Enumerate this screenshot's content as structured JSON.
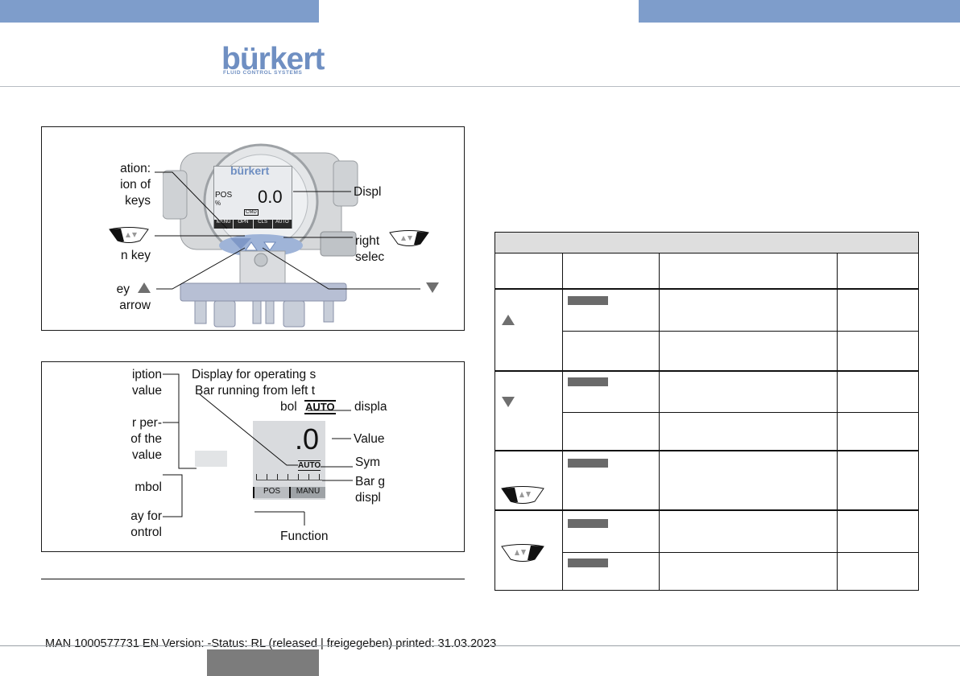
{
  "header": {
    "logo_text": "bürkert",
    "logo_tagline": "FLUID CONTROL SYSTEMS"
  },
  "figure_top": {
    "label_left_1": "ation:",
    "label_left_2": "ion of",
    "label_left_3": "keys",
    "label_left_key": "n key",
    "label_left_up_1": "ey",
    "label_left_up_2": "arrow",
    "label_right_display": "Displ",
    "label_right_key_1": "right",
    "label_right_key_2": "selec",
    "device_brand": "bürkert",
    "screen_mode": "POS",
    "screen_unit": "%",
    "screen_value": "0.0",
    "screen_status": "CMD",
    "soft_keys": [
      "MENU",
      "OPN",
      "CLS",
      "AUTO"
    ]
  },
  "figure_bottom": {
    "label_desc_1": "iption",
    "label_desc_2": "value",
    "label_per_1": "r per-",
    "label_per_2": "of the",
    "label_per_3": "value",
    "label_symbol": "mbol",
    "label_ctrl_1": "ay for",
    "label_ctrl_2": "ontrol",
    "label_op_1": "Display for operating s",
    "label_op_2": "Bar running from left t",
    "label_op_3": "bol",
    "label_op_symbol": "AUTO",
    "label_op_4": "displa",
    "label_value": "Value",
    "label_sym": "Sym",
    "label_bar_1": "Bar g",
    "label_bar_2": "displ",
    "label_function": "Function",
    "screen_value": ".0",
    "screen_auto": "AUTO",
    "screen_keys": [
      "POS",
      "MANU"
    ]
  },
  "footer": {
    "text": "MAN  1000577731  EN  Version: -Status: RL (released | freigegeben)  printed: 31.03.2023"
  }
}
